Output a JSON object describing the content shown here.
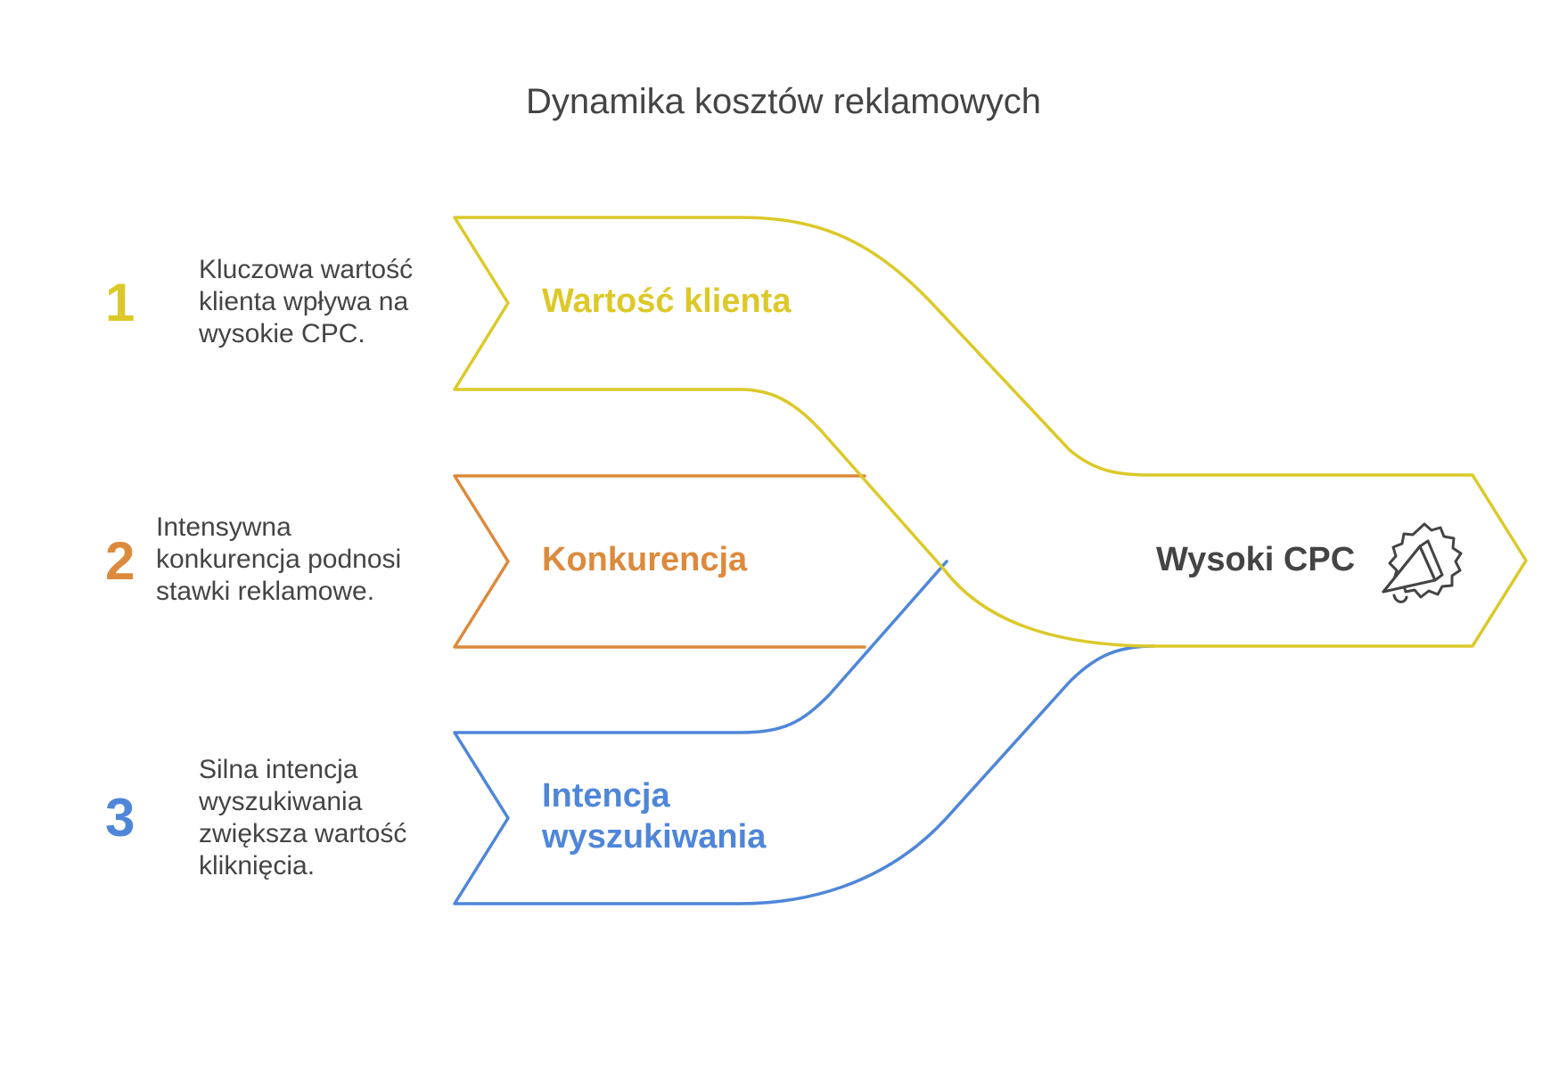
{
  "title": "Dynamika kosztów reklamowych",
  "colors": {
    "yellow": "#DCC929",
    "orange": "#DC8A3C",
    "blue": "#4F86D9",
    "text": "#444444"
  },
  "steps": [
    {
      "number": "1",
      "label": "Wartość klienta",
      "description": "Kluczowa wartość klienta wpływa na wysokie CPC."
    },
    {
      "number": "2",
      "label": "Konkurencja",
      "description": "Intensywna konkurencja podnosi stawki reklamowe."
    },
    {
      "number": "3",
      "label": "Intencja wyszukiwania",
      "description": "Silna intencja wyszukiwania zwiększa wartość kliknięcia."
    }
  ],
  "result": {
    "label": "Wysoki CPC",
    "icon": "megaphone-icon"
  }
}
